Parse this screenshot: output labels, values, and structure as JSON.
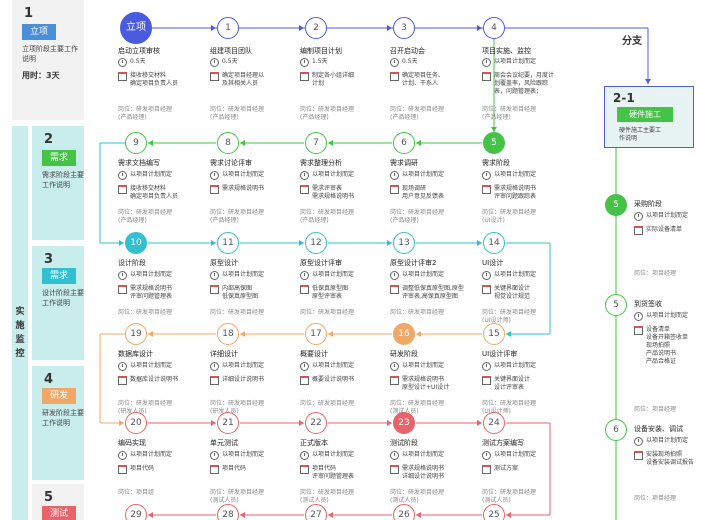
{
  "stages": [
    {
      "num": "1",
      "tag": "立项",
      "tag_color": "#4a90d9",
      "desc": "立项阶段主要工作说明",
      "time": "用时：3天"
    },
    {
      "num": "2",
      "tag": "需求",
      "tag_color": "#45c349",
      "desc": "需求阶段主要工作说明"
    },
    {
      "num": "3",
      "tag": "需求",
      "tag_color": "#31c0d0",
      "desc": "设计阶段主要工作说明"
    },
    {
      "num": "4",
      "tag": "研发",
      "tag_color": "#f0a868",
      "desc": "研发阶段主要工作说明"
    },
    {
      "num": "5",
      "tag": "测试",
      "tag_color": "#e8646a"
    }
  ],
  "side_label": "实施监控",
  "common": {
    "plan_text": "以项目计划而定"
  },
  "row1": [
    {
      "num": "立项",
      "title": "启动立项审核",
      "time": "0.5天",
      "doc": "接收移交材料\n确定项目负责人员",
      "role": "岗位：研发项目经理\n(产品经理)"
    },
    {
      "num": "1",
      "title": "组建项目团队",
      "time": "0.5天",
      "doc": "确定项目经理以\n及其相关人员",
      "role": "岗位：研发项目经理\n(产品经理)"
    },
    {
      "num": "2",
      "title": "编制项目计划",
      "time": "1.5天",
      "doc": "制定各小组详细\n计划",
      "role": "岗位：研发项目经理\n(产品经理)"
    },
    {
      "num": "3",
      "title": "召开启动会",
      "time": "0.5天",
      "doc": "确定项目任务、\n计划、干系人",
      "role": "岗位：研发项目经理\n(产品经理)"
    },
    {
      "num": "4",
      "title": "项目实施、监控",
      "time": "以项目计划而定",
      "doc": "周会会议纪要，月度计\n划覆盖率，风险跟踪\n表，问题管理表；",
      "role": "岗位：研发项目经理\n(产品经理)"
    }
  ],
  "row2": [
    {
      "num": "9",
      "title": "需求文档编写",
      "doc": "接收移交材料\n确定项目负责人员",
      "role": "岗位：研发项目经理\n(产品经理)"
    },
    {
      "num": "8",
      "title": "需求讨论评审",
      "doc": "需求规格说明书",
      "role": "岗位：研发项目经理\n(产品经理)"
    },
    {
      "num": "7",
      "title": "需求整理分析",
      "doc": "需求评审表\n需求规格说明书",
      "role": "岗位：研发项目经理\n(产品经理)"
    },
    {
      "num": "6",
      "title": "需求调研",
      "doc": "现场调研\n用户意见反馈表",
      "role": "岗位：研发项目经理\n(产品经理)"
    },
    {
      "num": "5",
      "title": "需求阶段",
      "doc": "需求规格说明书\n评审问题跟踪表",
      "role": "岗位：研发项目经理\n(UI设计)"
    }
  ],
  "row3": [
    {
      "num": "10",
      "title": "设计阶段",
      "doc": "需求规格说明书\n评审问题管理表",
      "role": "岗位：研发项目经理"
    },
    {
      "num": "11",
      "title": "原型设计",
      "doc": "内部高保图\n低保真原型图",
      "role": "岗位：研发项目经理"
    },
    {
      "num": "12",
      "title": "原型设计评审",
      "doc": "低保真原型图\n原型评审表",
      "role": "岗位：研发项目经理"
    },
    {
      "num": "13",
      "title": "原型设计评审2",
      "doc": "调整低保真原型图,原型\n评审表,高保真原型图",
      "role": "岗位：研发项目经理"
    },
    {
      "num": "14",
      "title": "UI设计",
      "doc": "关键界面设计\n视觉设计规范",
      "role": "岗位：研发项目经理\n(UI设计师)"
    }
  ],
  "row4": [
    {
      "num": "19",
      "title": "数据库设计",
      "doc": "数据库设计说明书",
      "role": "岗位：研发项目经理\n(研发人员)"
    },
    {
      "num": "18",
      "title": "详细设计",
      "doc": "详细设计说明书",
      "role": "岗位：研发项目经理\n(研发人员)"
    },
    {
      "num": "17",
      "title": "概要设计",
      "doc": "概要设计说明书",
      "role": "岗位：研发项目经理"
    },
    {
      "num": "16",
      "title": "研发阶段",
      "doc": "需求规格说明书\n原型设计+UI设计",
      "role": "岗位：研发项目经理\n(测试人员)"
    },
    {
      "num": "15",
      "title": "UI设计评审",
      "doc": "关键界面设计\n设计评审表",
      "role": "岗位：研发项目经理\n(UI设计师)"
    }
  ],
  "row5": [
    {
      "num": "20",
      "title": "编码实现",
      "doc": "项目代码",
      "role": "岗位：项目组"
    },
    {
      "num": "21",
      "title": "单元测试",
      "doc": "项目代码",
      "role": "岗位：研发项目经理\n(测试人员)"
    },
    {
      "num": "22",
      "title": "正式版本",
      "doc": "项目代码\n评审问题管理表",
      "role": "岗位：研发项目经理\n(测试人员)"
    },
    {
      "num": "23",
      "title": "测试阶段",
      "doc": "需求规格说明书\n详细设计说明书",
      "role": "岗位：研发项目经理\n(测试人员)"
    },
    {
      "num": "24",
      "title": "测试方案编写",
      "doc": "测试方案",
      "role": "岗位：研发项目经理\n(测试人员)"
    }
  ],
  "row6": [
    "29",
    "28",
    "27",
    "26",
    "25"
  ],
  "branch": {
    "label": "分支",
    "title": "2-1",
    "tag": "硬件施工",
    "desc": "硬件施工主要工\n作说明",
    "steps": [
      {
        "num": "5",
        "title": "采购阶段",
        "doc": "实际设备清单",
        "role": "岗位：项目经理"
      },
      {
        "num": "5",
        "title": "到货签收",
        "doc": "设备清单\n设备开箱签收单\n现场拍照\n产品说明书\n产品合格证",
        "role": "岗位：项目经理"
      },
      {
        "num": "6",
        "title": "设备安装、调试",
        "doc": "安装现场拍照\n设备安装调试报告",
        "role": "岗位：项目经理"
      }
    ]
  },
  "colors": {
    "row1": "#4a5be0",
    "row2": "#45c349",
    "row3": "#31c0d0",
    "row4": "#f0a868",
    "row5": "#e8646a",
    "branch": "#45c349"
  }
}
